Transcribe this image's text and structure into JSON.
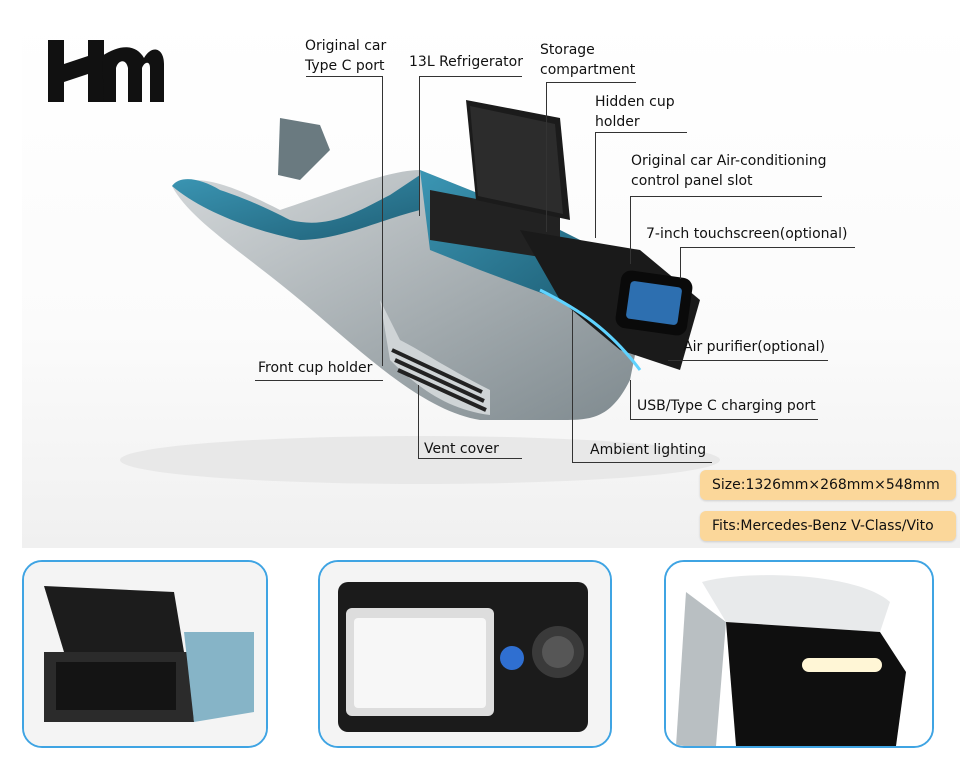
{
  "brand": {
    "logo_text": "HM"
  },
  "callouts": {
    "type_c_port": "Original car\nType C port",
    "refrigerator": "13L Refrigerator",
    "storage": "Storage\ncompartment",
    "hidden_cup": "Hidden cup\nholder",
    "ac_panel": "Original car Air-conditioning\ncontrol panel slot",
    "touchscreen": "7-inch touchscreen(optional)",
    "air_purifier": "Air purifier(optional)",
    "usb_port": "USB/Type C charging port",
    "ambient": "Ambient lighting",
    "vent_cover": "Vent cover",
    "front_cup": "Front cup holder"
  },
  "specs": {
    "size": "Size:1326mm×268mm×548mm",
    "fits": "Fits:Mercedes-Benz V-Class/Vito"
  },
  "colors": {
    "accent_blue": "#3fa4e3",
    "teal_body": "#2f7f97",
    "spec_fill": "#fbd79a"
  }
}
